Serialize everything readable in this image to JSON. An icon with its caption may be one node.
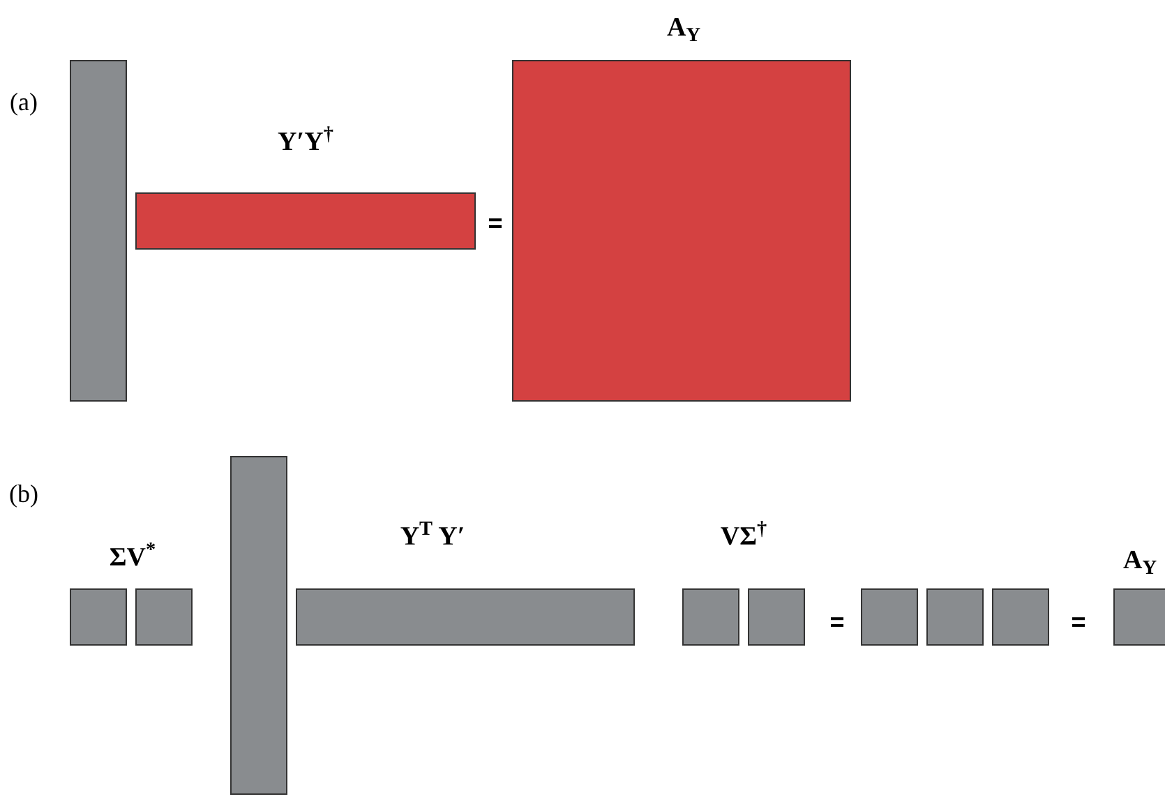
{
  "diagram": {
    "nodes": [
      {
        "text": [],
        "shape": "box"
      },
      {
        "text": [],
        "shape": "box"
      },
      {
        "text": [],
        "shape": "box"
      },
      {
        "text": [],
        "shape": "box"
      },
      {
        "text": [],
        "shape": "box"
      },
      {
        "text": [],
        "shape": "box"
      },
      {
        "text": [],
        "shape": "box"
      },
      {
        "text": [],
        "shape": "box"
      },
      {
        "text": [],
        "shape": "box"
      },
      {
        "text": [],
        "shape": "box"
      },
      {
        "text": [],
        "shape": "box"
      },
      {
        "text": [],
        "shape": "box"
      },
      {
        "text": [],
        "shape": "box"
      }
    ],
    "labels": [
      "A$_{Y}$",
      "(a)",
      "Y′Y$^{†}$",
      "=",
      "(b)",
      "Y$^{T}$ Y′",
      "VΣ$^{†}$",
      "ΣV$^{*}$",
      "A$_{Y}$",
      "=",
      "="
    ]
  }
}
